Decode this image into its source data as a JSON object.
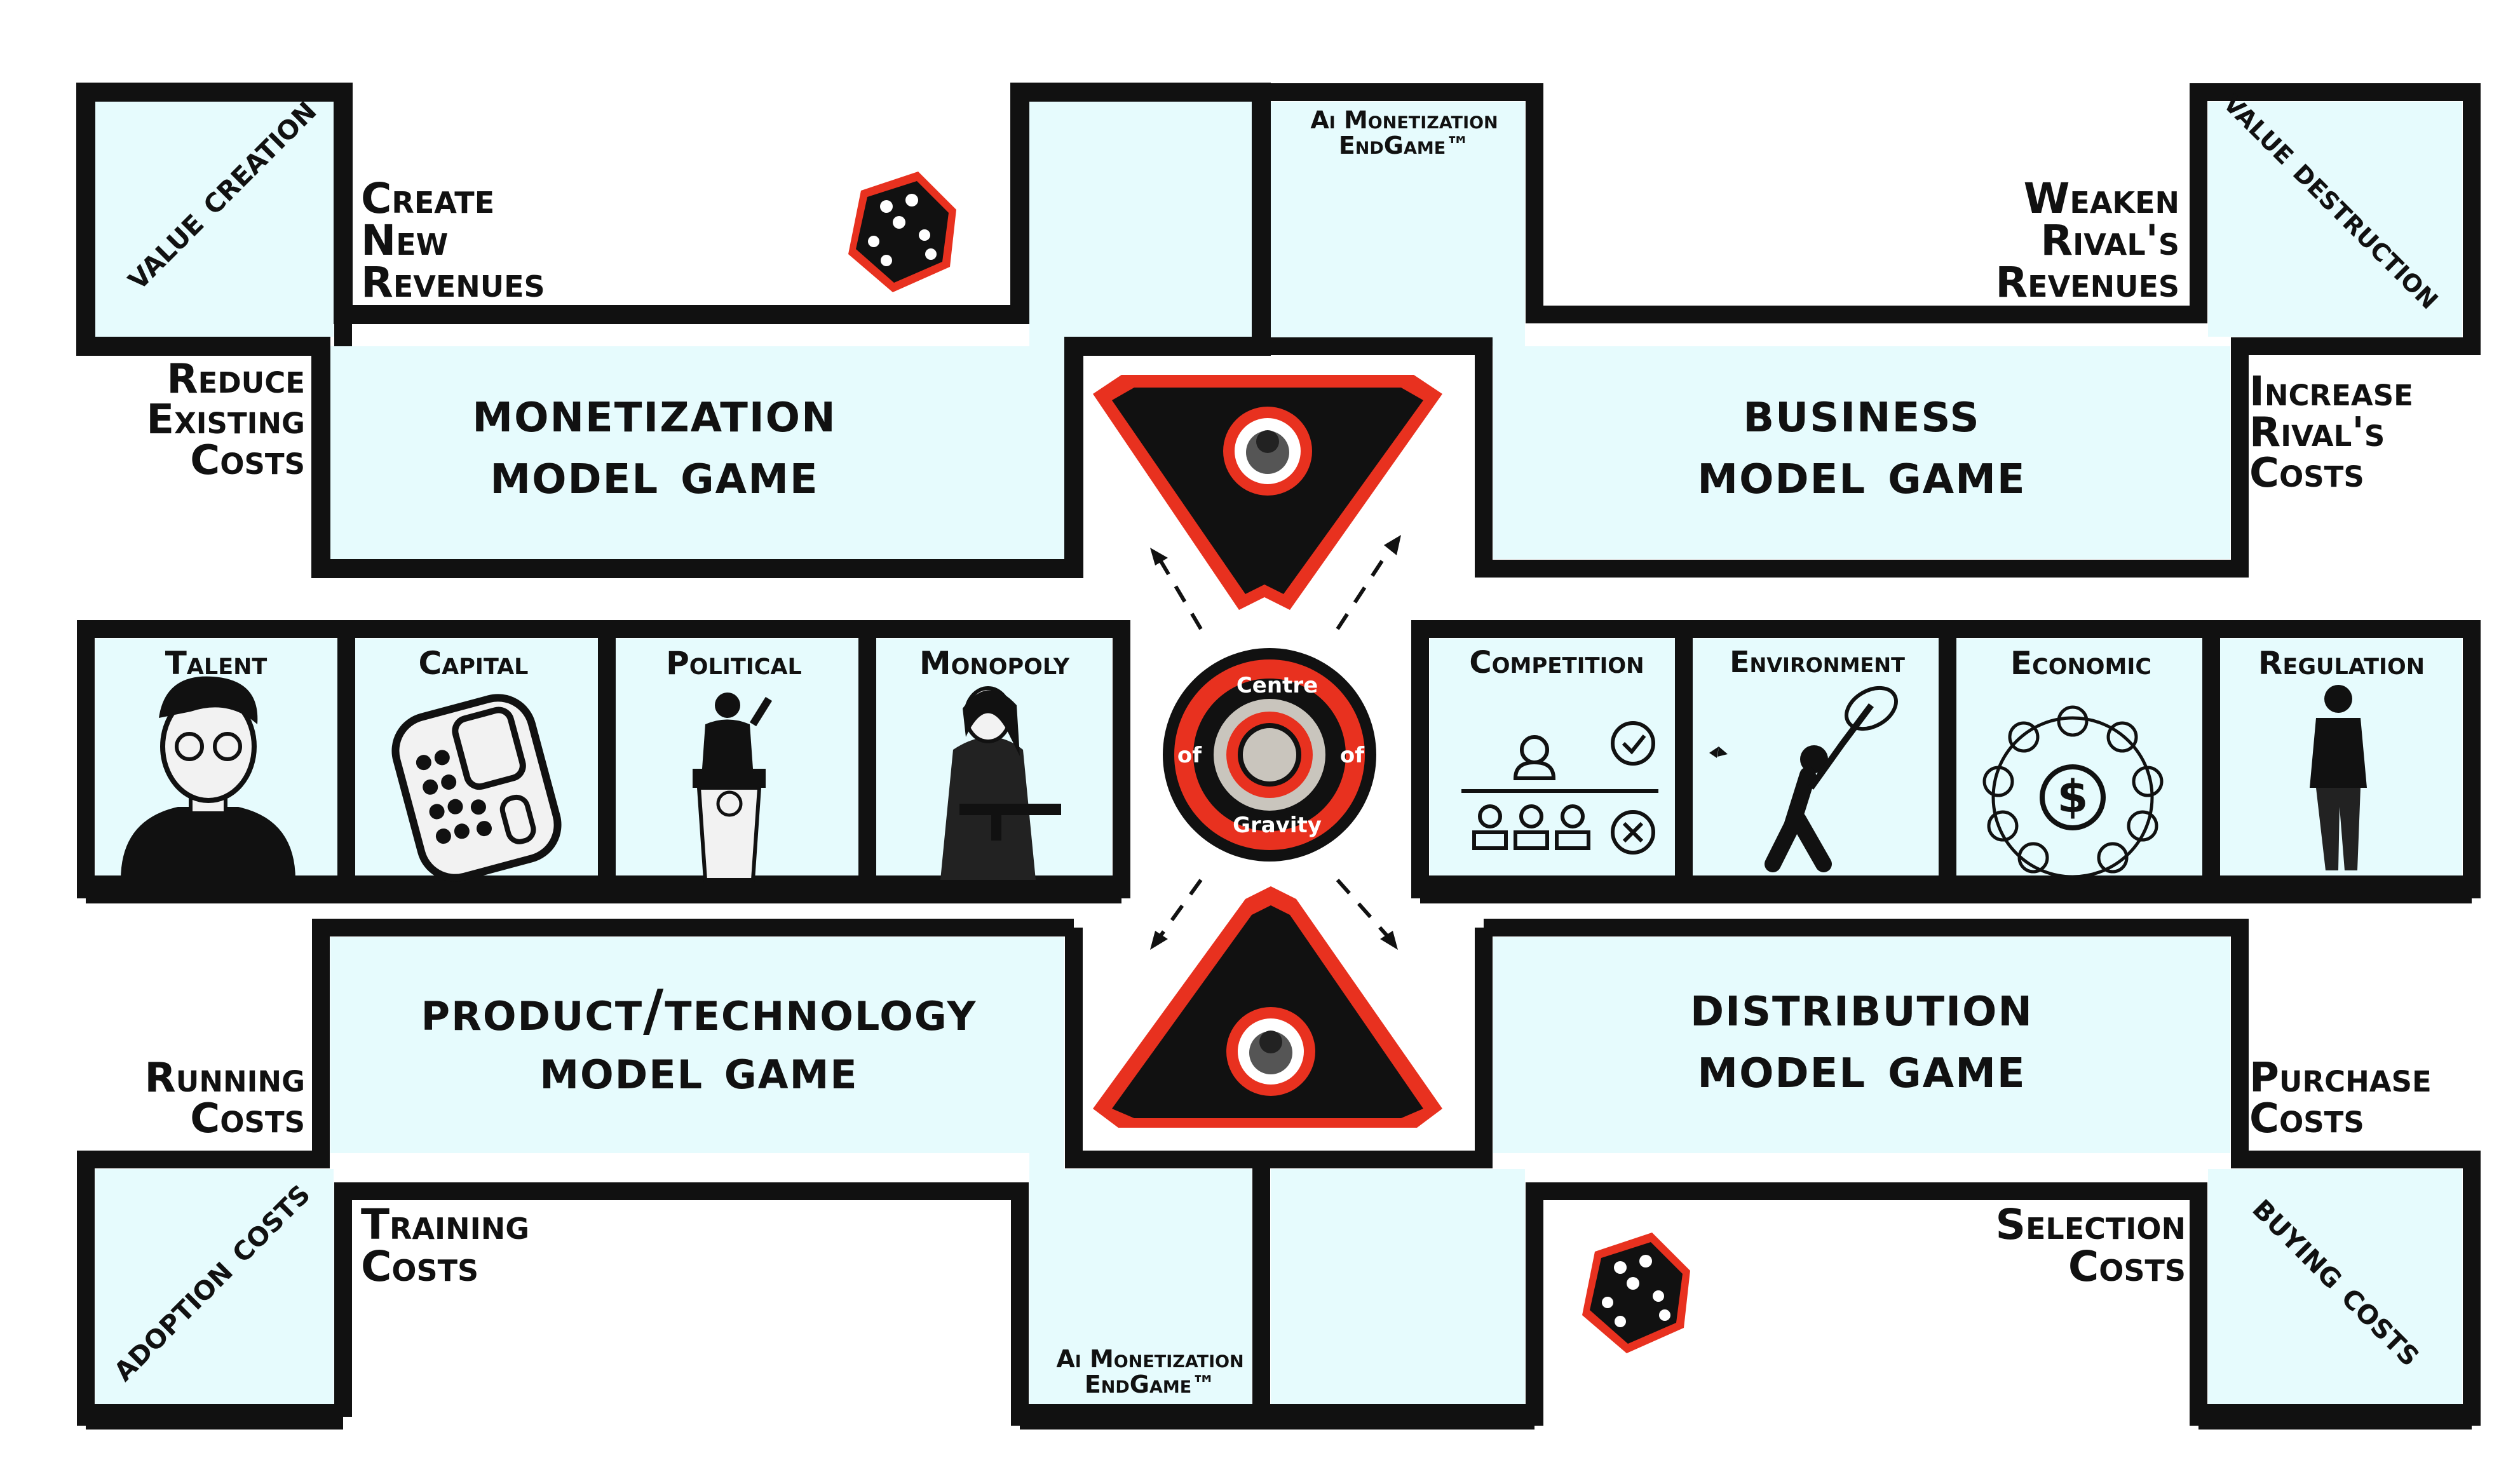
{
  "board": {
    "colors": {
      "cell": "#e6fbfd",
      "border": "#111111",
      "accent": "#e8311f",
      "center_ring": "#c9c5bd"
    },
    "corners": {
      "value_creation": "Value Creation",
      "value_destruction": "Value Destruction",
      "adoption_costs": "Adoption Costs",
      "buying_costs": "Buying Costs"
    },
    "spaces": {
      "create_new_revenues": [
        "Create",
        "New",
        "Revenues"
      ],
      "reduce_existing_costs": [
        "Reduce",
        "Existing",
        "Costs"
      ],
      "weaken_rivals_revenues": [
        "Weaken",
        "Rival's",
        "Revenues"
      ],
      "increase_rivals_costs": [
        "Increase",
        "Rival's",
        "Costs"
      ],
      "running_costs": [
        "Running",
        "Costs"
      ],
      "training_costs": [
        "Training",
        "Costs"
      ],
      "selection_costs": [
        "Selection",
        "Costs"
      ],
      "purchase_costs": [
        "Purchase",
        "Costs"
      ],
      "endgame_top": [
        "Ai Monetization",
        "EndGame™"
      ],
      "endgame_bottom": [
        "Ai Monetization",
        "EndGame™"
      ]
    },
    "games": {
      "monetization": [
        "Monetization",
        "Model Game"
      ],
      "business": [
        "Business",
        "Model Game"
      ],
      "product": [
        "Product/Technology",
        "Model Game"
      ],
      "distribution": [
        "Distribution",
        "Model Game"
      ]
    },
    "left_row": [
      {
        "label": "Talent",
        "icon": "person-glasses-icon"
      },
      {
        "label": "Capital",
        "icon": "calculator-icon"
      },
      {
        "label": "Political",
        "icon": "podium-speaker-icon"
      },
      {
        "label": "Monopoly",
        "icon": "armed-woman-icon"
      }
    ],
    "right_row": [
      {
        "label": "Competition",
        "icon": "competition-icon"
      },
      {
        "label": "Environment",
        "icon": "butterfly-net-icon"
      },
      {
        "label": "Economic",
        "icon": "money-network-icon"
      },
      {
        "label": "Regulation",
        "icon": "police-officer-icon"
      }
    ],
    "centre": {
      "line1": "Centre",
      "line2": "of",
      "line3": "of",
      "line4": "Gravity"
    }
  }
}
